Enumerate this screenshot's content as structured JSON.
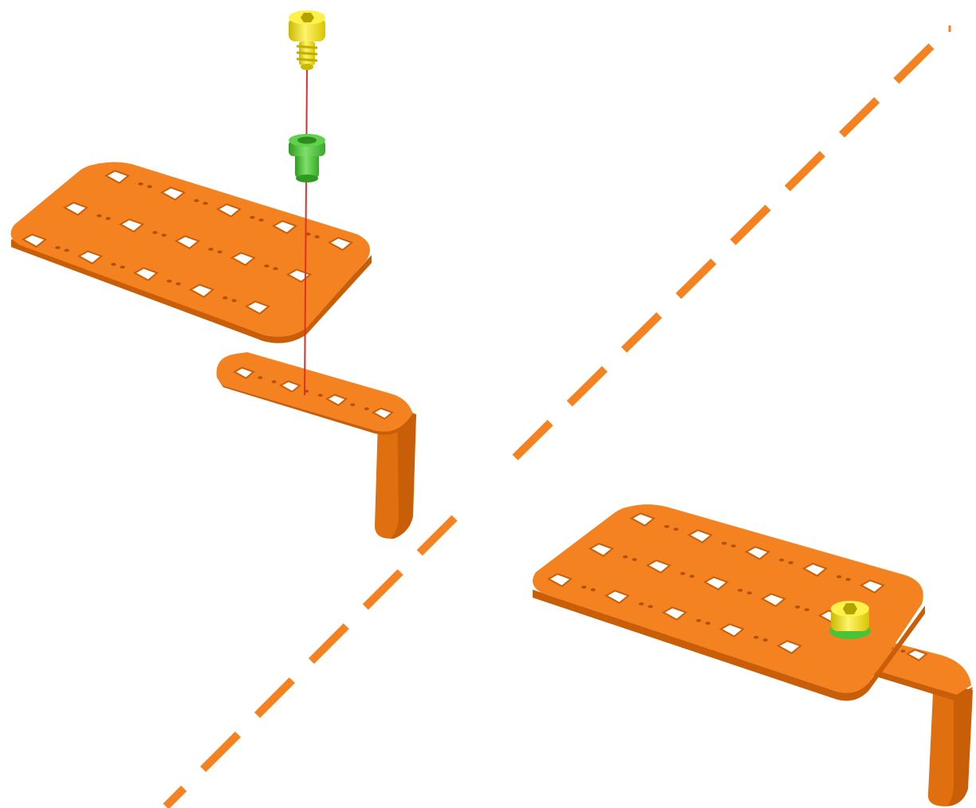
{
  "diagram": {
    "type": "assembly-instruction",
    "steps": [
      {
        "name": "exploded-view",
        "parts": [
          "screw",
          "spacer",
          "flat-plate",
          "angle-bracket"
        ],
        "assembly_axis": "vertical"
      },
      {
        "name": "assembled-view",
        "parts": [
          "screw",
          "spacer",
          "flat-plate",
          "angle-bracket"
        ]
      }
    ],
    "plate_holes": {
      "rows": 3,
      "square_holes_per_row": 5
    },
    "bracket_holes": 4,
    "divider": {
      "style": "dashed",
      "direction": "diagonal"
    }
  },
  "colors": {
    "part_orange": "#f58220",
    "part_orange_dark": "#d96a12",
    "part_orange_side": "#e0700f",
    "screw_yellow": "#f5e400",
    "screw_yellow_dark": "#c9b800",
    "spacer_green": "#4cc23a",
    "spacer_green_dark": "#2f9a22",
    "axis_line": "#e0302a",
    "divider": "#f58220",
    "background": "#ffffff"
  }
}
